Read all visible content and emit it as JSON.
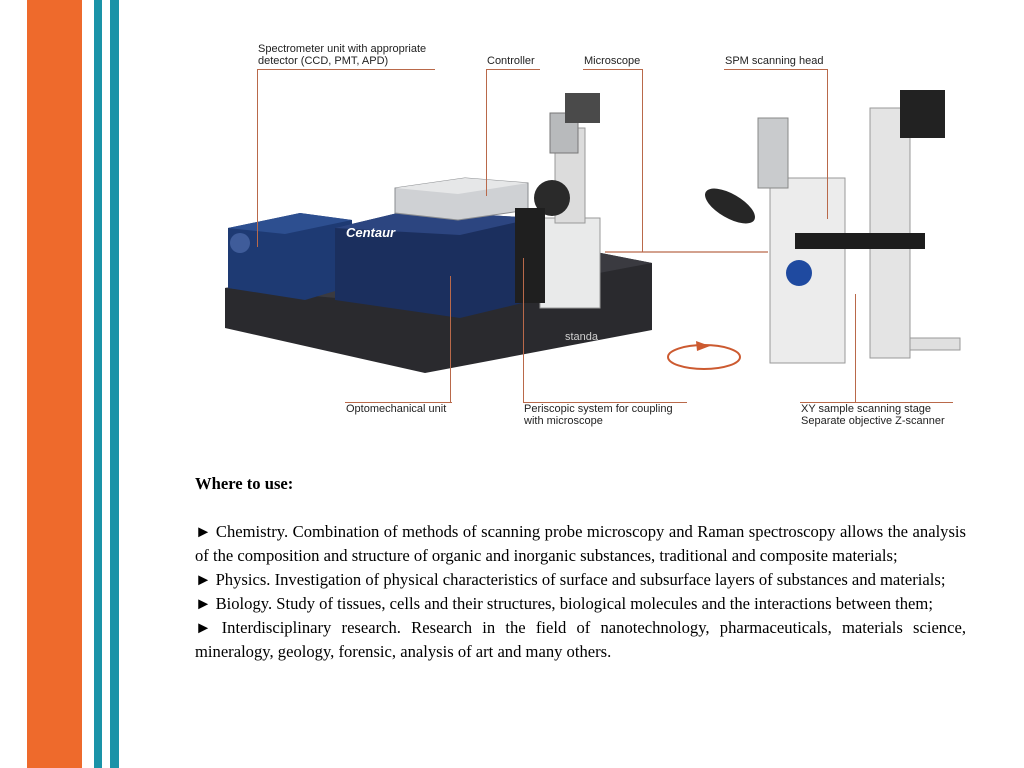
{
  "theme": {
    "orange": "#ee6a2c",
    "teal": "#1a93a8",
    "leader_line": "#b9694a"
  },
  "figure": {
    "labels": {
      "spectrometer": "Spectrometer unit with appropriate\ndetector (CCD, PMT, APD)",
      "controller": "Controller",
      "microscope": "Microscope",
      "spm_head": "SPM scanning head",
      "optomechanical": "Optomechanical unit",
      "periscopic": "Periscopic system for coupling\nwith microscope",
      "xy_stage": "XY sample scanning stage\nSeparate objective Z-scanner"
    },
    "device_text": {
      "centaur": "Centaur",
      "table_brand": "standa"
    },
    "icons": [
      "rotation-arrow-icon"
    ]
  },
  "content": {
    "heading": "Where to use:",
    "bullets": [
      "► Chemistry. Combination of methods of scanning probe microscopy and Raman spectroscopy allows the analysis of the composition and structure of organic and inorganic substances, traditional and composite materials;",
      "► Physics. Investigation of physical characteristics of surface and subsurface layers of substances and materials;",
      "► Biology. Study of tissues, cells and their structures, biological molecules and the interactions between them;",
      "► Interdisciplinary research. Research in the field of nanotechnology, pharmaceuticals, materials science, mineralogy, geology, forensic, analysis of art and many others."
    ]
  }
}
